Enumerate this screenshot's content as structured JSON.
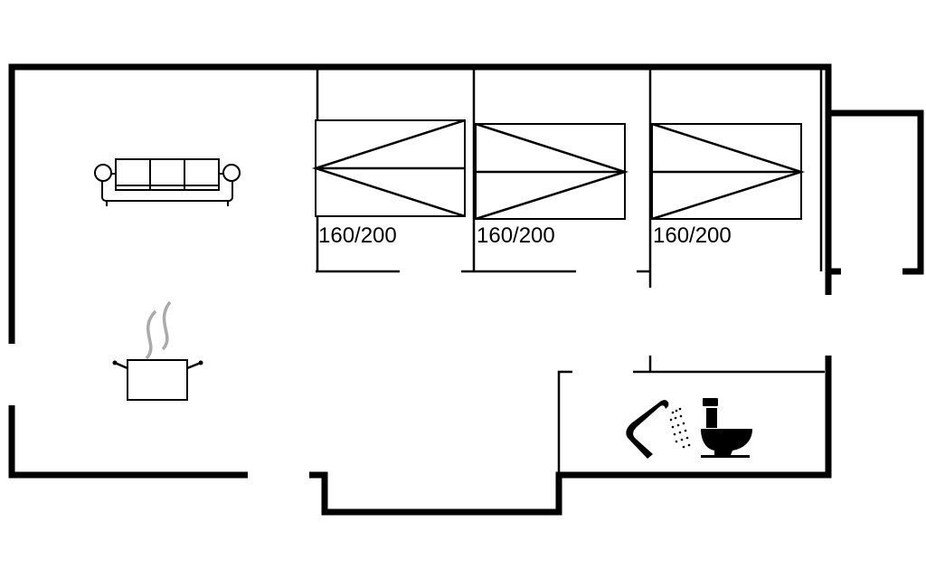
{
  "bed_labels": [
    "160/200",
    "160/200",
    "160/200"
  ],
  "icons": {
    "sofa": "sofa-icon",
    "kitchen": "cooking-pot-icon",
    "shower": "shower-icon",
    "toilet": "toilet-icon"
  },
  "colors": {
    "wall": "#000000",
    "steam": "#aaaaaa",
    "background": "#ffffff"
  }
}
